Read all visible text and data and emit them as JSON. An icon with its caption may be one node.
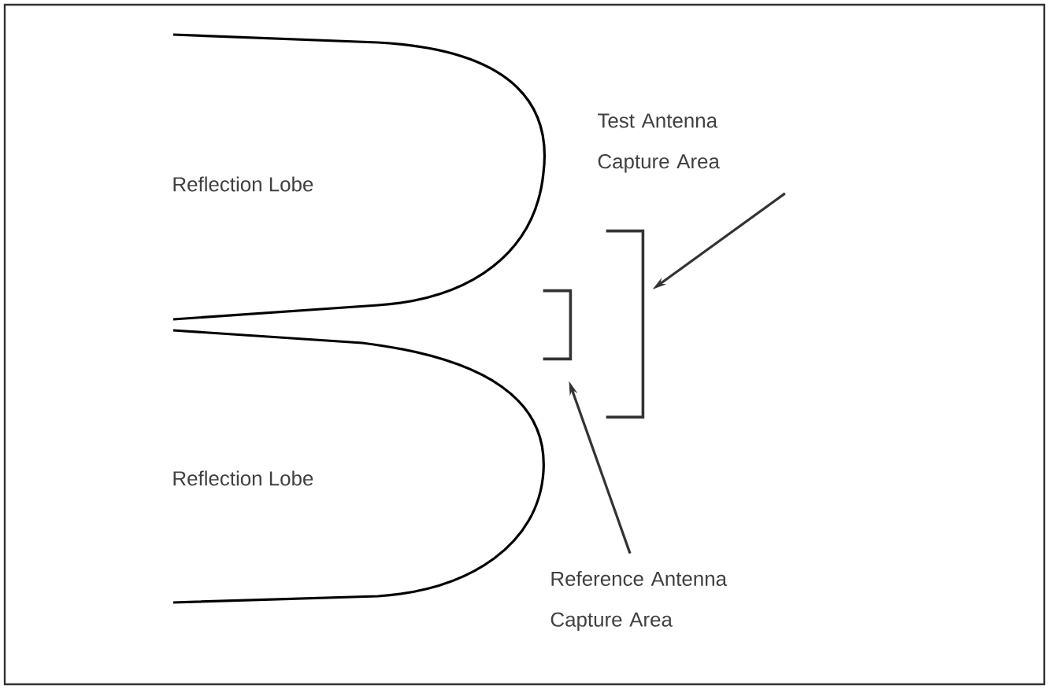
{
  "diagram": {
    "nodes": [
      {
        "text": [
          "Test Antenna Capture Area"
        ]
      },
      {
        "text": [],
        "shape": "bracket"
      },
      {
        "text": [],
        "shape": "bracket"
      },
      {
        "text": [
          "Reference Antenna Capture Area"
        ]
      }
    ],
    "edges": [
      {
        "from": 0,
        "to": 1,
        "arrow": "to"
      },
      {
        "from": 3,
        "to": 2,
        "arrow": "to"
      }
    ],
    "labels": [
      "Reflection Lobe",
      "Reflection Lobe"
    ]
  }
}
